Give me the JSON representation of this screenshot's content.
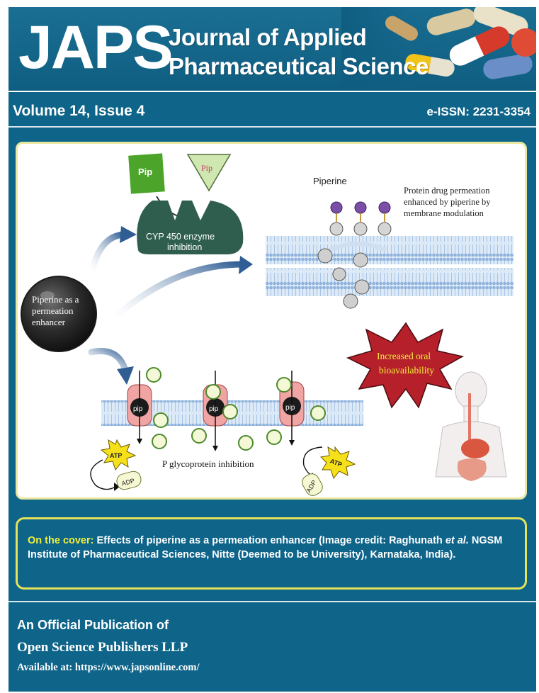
{
  "header": {
    "logo": "JAPS",
    "journal_name_line1": "Journal of Applied",
    "journal_name_line2": "Pharmaceutical Science"
  },
  "issue": {
    "volume": "Volume 14, Issue 4",
    "eissn": "e-ISSN: 2231-3354"
  },
  "figure": {
    "pip_label_1": "Pip",
    "pip_label_2": "Pip",
    "cyp_line1": "CYP 450 enzyme",
    "cyp_line2": "inhibition",
    "piperine_label": "Piperine",
    "protein_line1": "Protein drug permeation",
    "protein_line2": "enhanced by piperine by",
    "protein_line3": "membrane modulation",
    "center_line1": "Piperine as a",
    "center_line2": "permeation",
    "center_line3": "enhancer",
    "star_line1": "Increased oral",
    "star_line2": "bioavailability",
    "pgp_label": "P glycoprotein inhibition",
    "pip_channel": "pip",
    "atp": "ATP",
    "adp": "ADP"
  },
  "caption": {
    "head": "On the cover: ",
    "text_before_italic": "Effects of piperine as a permeation enhancer (Image credit: Raghunath ",
    "italic": "et al.",
    "text_after_italic": " NGSM Institute of Pharmaceutical Sciences, Nitte (Deemed to be University), Karnataka, India)."
  },
  "footer": {
    "line1": "An Official Publication of",
    "line2": "Open Science Publishers LLP",
    "line3": "Available at: https://www.japsonline.com/"
  },
  "colors": {
    "header_blue": "#0f5e82",
    "caption_yellow": "#f2ef3a",
    "star_red": "#b5202a"
  }
}
